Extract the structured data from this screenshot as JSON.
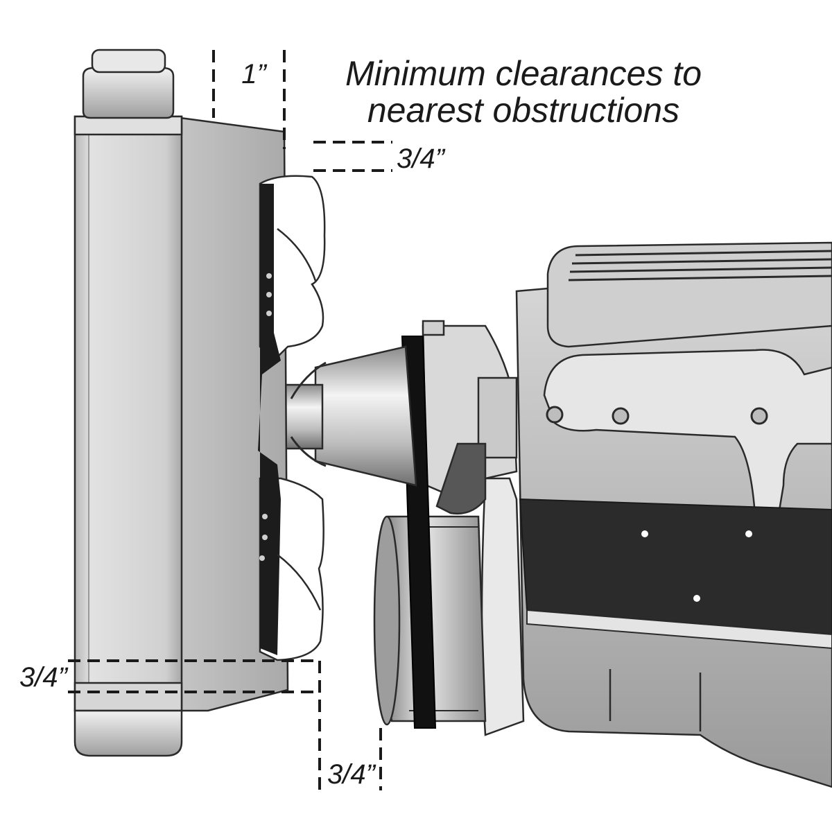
{
  "title": {
    "line1": "Minimum clearances to",
    "line2": "nearest obstructions"
  },
  "dimensions": {
    "top": "1”",
    "fan_top": "3/4”",
    "bottom_left": "3/4”",
    "bottom": "3/4”"
  },
  "colors": {
    "outline": "#2a2a2a",
    "radiator": "#d4d4d4",
    "engine_dark": "#2b2b2b",
    "belt": "#111111"
  }
}
